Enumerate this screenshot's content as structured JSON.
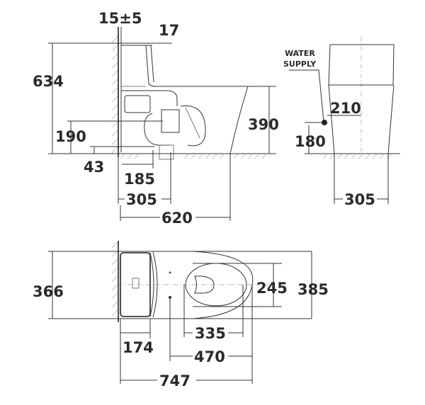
{
  "drawing": {
    "subject": "One-piece toilet technical dimension drawing",
    "units": "mm",
    "side_view": {
      "wall_offset": "15±5",
      "tank_lid_overhang": "17",
      "total_height": "634",
      "bowl_rim_height": "390",
      "outlet_center_height": "190",
      "outlet_bottom_height": "43",
      "outlet_depth": "185",
      "rough_in": "305",
      "total_depth": "620"
    },
    "front_view": {
      "water_supply_label_line1": "WATER",
      "water_supply_label_line2": "SUPPLY",
      "supply_offset_from_center": "210",
      "supply_height": "180",
      "rough_in": "305"
    },
    "top_view": {
      "tank_width": "366",
      "seat_opening_width": "245",
      "bowl_width": "385",
      "seat_opening_length": "335",
      "tank_depth": "174",
      "center_to_front": "470",
      "total_length": "747"
    }
  }
}
